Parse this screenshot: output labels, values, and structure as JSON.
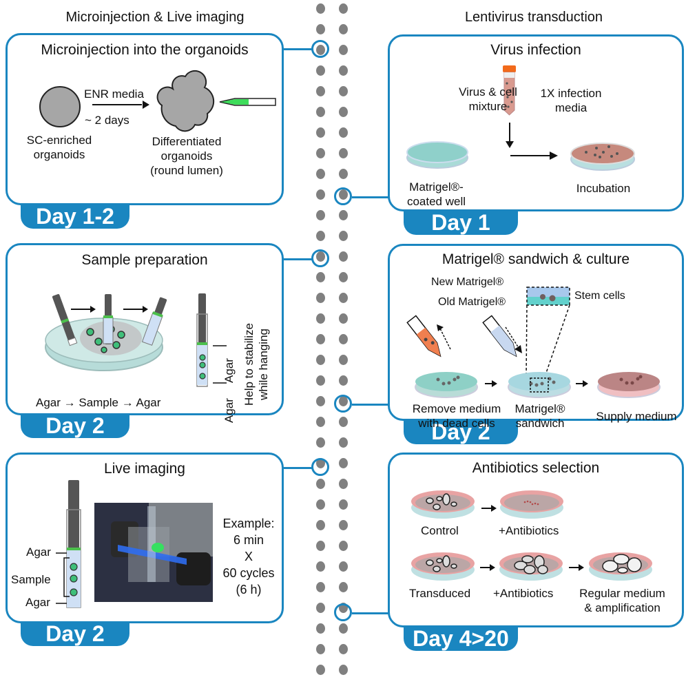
{
  "columns": {
    "left_title": "Microinjection & Live imaging",
    "right_title": "Lentivirus transduction"
  },
  "colors": {
    "accent": "#1a86c0",
    "timeline_dot": "#808080",
    "organoid_gray": "#a6a6a6",
    "fluor_green": "#3ddc5a",
    "dish_teal": "#9fd9d2",
    "dish_pink": "#e8a3a3",
    "medium_salmon": "#c9877e",
    "pipette_orange": "#f07f4f"
  },
  "panels": {
    "microinjection": {
      "title": "Microinjection into the organoids",
      "tab": "Day 1-2",
      "arrow_top": "ENR media",
      "arrow_bottom": "~ 2 days",
      "label_left": [
        "SC-enriched",
        "organoids"
      ],
      "label_right": [
        "Differentiated",
        "organoids",
        "(round lumen)"
      ]
    },
    "sample_prep": {
      "title": "Sample preparation",
      "tab": "Day 2",
      "sequence": "Agar → Sample → Agar",
      "tube_label_top": "Agar",
      "tube_label_bottom": "Agar",
      "note": [
        "Help to stabilize",
        "while hanging"
      ]
    },
    "live_imaging": {
      "title": "Live imaging",
      "tab": "Day 2",
      "labels": {
        "agar_top": "Agar",
        "sample": "Sample",
        "agar_bottom": "Agar"
      },
      "example": [
        "Example:",
        "6 min",
        "X",
        "60 cycles",
        "(6 h)"
      ]
    },
    "virus_infection": {
      "title": "Virus infection",
      "tab": "Day 1",
      "mixture": [
        "Virus & cell",
        "mixture"
      ],
      "media": [
        "1X infection",
        "media"
      ],
      "well": [
        "Matrigel®-",
        "coated well"
      ],
      "incubation": "Incubation"
    },
    "matrigel": {
      "title": "Matrigel® sandwich & culture",
      "tab": "Day 2",
      "new_matrigel": "New Matrigel®",
      "old_matrigel": "Old Matrigel®",
      "stem_cells": "Stem cells",
      "step1": [
        "Remove medium",
        "with dead cells"
      ],
      "step2": [
        "Matrigel®",
        "sandwich"
      ],
      "step3": "Supply medium"
    },
    "antibiotics": {
      "title": "Antibiotics selection",
      "tab": "Day 4>20",
      "control": "Control",
      "antibiotics1": "+Antibiotics",
      "transduced": "Transduced",
      "antibiotics2": "+Antibiotics",
      "regular": [
        "Regular medium",
        "& amplification"
      ]
    }
  }
}
